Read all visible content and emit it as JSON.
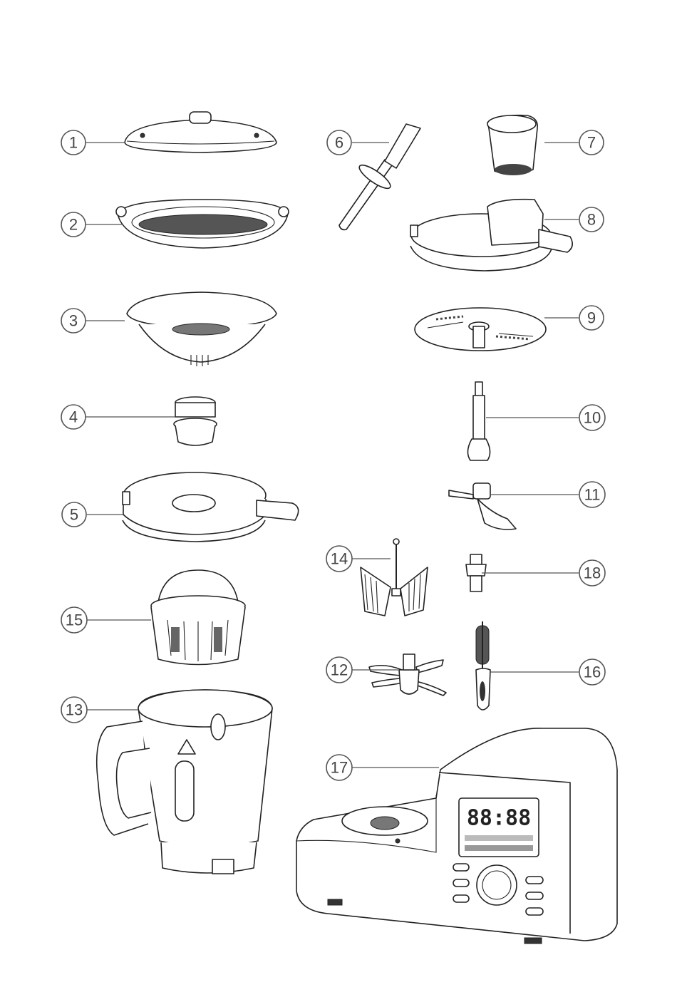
{
  "callouts": [
    {
      "id": "c1",
      "label": "1"
    },
    {
      "id": "c2",
      "label": "2"
    },
    {
      "id": "c3",
      "label": "3"
    },
    {
      "id": "c4",
      "label": "4"
    },
    {
      "id": "c5",
      "label": "5"
    },
    {
      "id": "c6",
      "label": "6"
    },
    {
      "id": "c7",
      "label": "7"
    },
    {
      "id": "c8",
      "label": "8"
    },
    {
      "id": "c9",
      "label": "9"
    },
    {
      "id": "c10",
      "label": "10"
    },
    {
      "id": "c11",
      "label": "11"
    },
    {
      "id": "c12",
      "label": "12"
    },
    {
      "id": "c13",
      "label": "13"
    },
    {
      "id": "c14",
      "label": "14"
    },
    {
      "id": "c15",
      "label": "15"
    },
    {
      "id": "c16",
      "label": "16"
    },
    {
      "id": "c17",
      "label": "17"
    },
    {
      "id": "c18",
      "label": "18"
    }
  ],
  "display": {
    "clock_digits": "88:88"
  }
}
